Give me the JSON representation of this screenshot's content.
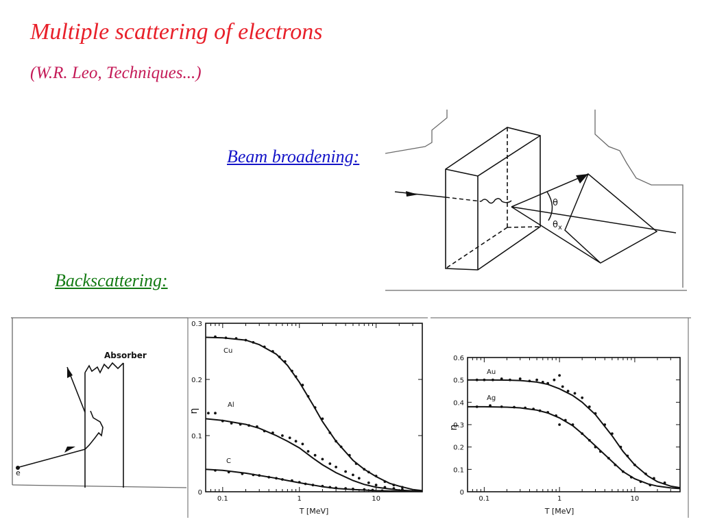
{
  "slide": {
    "title": "Multiple scattering of electrons",
    "subtitle": "(W.R. Leo, Techniques...)",
    "beam_caption": "Beam broadening:",
    "backscatter_caption": "Backscattering:",
    "colors": {
      "title": "#e8202a",
      "subtitle": "#c41a57",
      "beam_caption": "#1414c8",
      "backscatter_caption": "#127a12",
      "ink": "#111111"
    }
  },
  "beam_figure": {
    "label_theta": "θ",
    "label_theta_x": "θ",
    "label_theta_x_sub": "x"
  },
  "absorber_figure": {
    "label_absorber": "Absorber",
    "label_electron": "e"
  },
  "chart_data": [
    {
      "type": "scatter",
      "title": "",
      "xlabel": "T [MeV]",
      "ylabel": "η",
      "x_scale": "log",
      "xlim": [
        0.06,
        40
      ],
      "ylim": [
        0,
        0.3
      ],
      "x_ticks": [
        0.1,
        1,
        10
      ],
      "x_tick_labels": [
        "0.1",
        "1",
        "10"
      ],
      "y_ticks": [
        0,
        0.1,
        0.2,
        0.3
      ],
      "y_tick_labels": [
        "0",
        "0.1",
        "0.2",
        "0.3"
      ],
      "grid": false,
      "series": [
        {
          "name": "Cu",
          "curve": [
            [
              0.06,
              0.275
            ],
            [
              0.1,
              0.274
            ],
            [
              0.2,
              0.27
            ],
            [
              0.3,
              0.262
            ],
            [
              0.5,
              0.245
            ],
            [
              0.7,
              0.225
            ],
            [
              1,
              0.195
            ],
            [
              1.5,
              0.155
            ],
            [
              2,
              0.125
            ],
            [
              3,
              0.09
            ],
            [
              5,
              0.056
            ],
            [
              7,
              0.04
            ],
            [
              10,
              0.027
            ],
            [
              15,
              0.015
            ],
            [
              20,
              0.01
            ],
            [
              30,
              0.004
            ],
            [
              40,
              0.002
            ]
          ],
          "points": [
            [
              0.08,
              0.276
            ],
            [
              0.11,
              0.274
            ],
            [
              0.15,
              0.273
            ],
            [
              0.2,
              0.27
            ],
            [
              0.25,
              0.266
            ],
            [
              0.35,
              0.258
            ],
            [
              0.45,
              0.25
            ],
            [
              0.55,
              0.24
            ],
            [
              0.65,
              0.232
            ],
            [
              0.8,
              0.215
            ],
            [
              0.9,
              0.205
            ],
            [
              1.1,
              0.19
            ],
            [
              1.3,
              0.17
            ],
            [
              1.6,
              0.15
            ],
            [
              2,
              0.13
            ],
            [
              2.5,
              0.105
            ],
            [
              3,
              0.09
            ],
            [
              3.5,
              0.08
            ],
            [
              4.5,
              0.065
            ],
            [
              5.5,
              0.05
            ],
            [
              7,
              0.04
            ],
            [
              8,
              0.035
            ],
            [
              10,
              0.028
            ],
            [
              13,
              0.018
            ],
            [
              17,
              0.012
            ],
            [
              22,
              0.008
            ]
          ]
        },
        {
          "name": "Al",
          "curve": [
            [
              0.06,
              0.13
            ],
            [
              0.1,
              0.127
            ],
            [
              0.2,
              0.12
            ],
            [
              0.3,
              0.113
            ],
            [
              0.5,
              0.1
            ],
            [
              0.7,
              0.09
            ],
            [
              1,
              0.078
            ],
            [
              1.5,
              0.06
            ],
            [
              2,
              0.048
            ],
            [
              3,
              0.034
            ],
            [
              5,
              0.02
            ],
            [
              7,
              0.013
            ],
            [
              10,
              0.008
            ],
            [
              15,
              0.005
            ],
            [
              20,
              0.003
            ],
            [
              30,
              0.0015
            ],
            [
              40,
              0.001
            ]
          ],
          "points": [
            [
              0.065,
              0.14
            ],
            [
              0.08,
              0.14
            ],
            [
              0.1,
              0.126
            ],
            [
              0.13,
              0.122
            ],
            [
              0.17,
              0.12
            ],
            [
              0.22,
              0.118
            ],
            [
              0.28,
              0.116
            ],
            [
              0.35,
              0.108
            ],
            [
              0.45,
              0.105
            ],
            [
              0.6,
              0.1
            ],
            [
              0.75,
              0.096
            ],
            [
              0.9,
              0.09
            ],
            [
              1.1,
              0.085
            ],
            [
              1.3,
              0.072
            ],
            [
              1.6,
              0.065
            ],
            [
              2,
              0.058
            ],
            [
              2.5,
              0.05
            ],
            [
              3,
              0.044
            ],
            [
              4,
              0.036
            ],
            [
              5,
              0.03
            ],
            [
              6,
              0.024
            ],
            [
              8,
              0.016
            ],
            [
              10,
              0.012
            ],
            [
              13,
              0.008
            ],
            [
              17,
              0.006
            ],
            [
              22,
              0.004
            ]
          ]
        },
        {
          "name": "C",
          "curve": [
            [
              0.06,
              0.04
            ],
            [
              0.1,
              0.038
            ],
            [
              0.2,
              0.033
            ],
            [
              0.3,
              0.029
            ],
            [
              0.5,
              0.024
            ],
            [
              0.7,
              0.02
            ],
            [
              1,
              0.016
            ],
            [
              1.5,
              0.012
            ],
            [
              2,
              0.009
            ],
            [
              3,
              0.006
            ],
            [
              5,
              0.004
            ],
            [
              7,
              0.003
            ],
            [
              10,
              0.002
            ],
            [
              20,
              0.001
            ],
            [
              40,
              0.0005
            ]
          ],
          "points": [
            [
              0.08,
              0.038
            ],
            [
              0.12,
              0.035
            ],
            [
              0.18,
              0.032
            ],
            [
              0.25,
              0.03
            ],
            [
              0.3,
              0.029
            ],
            [
              0.4,
              0.026
            ],
            [
              0.5,
              0.024
            ],
            [
              0.6,
              0.022
            ],
            [
              0.8,
              0.02
            ],
            [
              1,
              0.017
            ],
            [
              1.2,
              0.014
            ],
            [
              1.5,
              0.012
            ],
            [
              2,
              0.01
            ],
            [
              2.5,
              0.008
            ],
            [
              3,
              0.007
            ],
            [
              4,
              0.006
            ],
            [
              5,
              0.005
            ],
            [
              7,
              0.004
            ],
            [
              9,
              0.003
            ],
            [
              12,
              0.002
            ]
          ]
        }
      ]
    },
    {
      "type": "scatter",
      "title": "",
      "xlabel": "T [MeV]",
      "ylabel": "η",
      "x_scale": "log",
      "xlim": [
        0.06,
        40
      ],
      "ylim": [
        0,
        0.6
      ],
      "x_ticks": [
        0.1,
        1,
        10
      ],
      "x_tick_labels": [
        "0.1",
        "1",
        "10"
      ],
      "y_ticks": [
        0,
        0.1,
        0.2,
        0.3,
        0.4,
        0.5,
        0.6
      ],
      "y_tick_labels": [
        "0",
        "0.1",
        "0.2",
        "0.3",
        "0.4",
        "0.5",
        "0.6"
      ],
      "grid": false,
      "series": [
        {
          "name": "Au",
          "curve": [
            [
              0.06,
              0.5
            ],
            [
              0.1,
              0.5
            ],
            [
              0.2,
              0.499
            ],
            [
              0.3,
              0.497
            ],
            [
              0.5,
              0.49
            ],
            [
              0.7,
              0.48
            ],
            [
              1,
              0.46
            ],
            [
              1.5,
              0.43
            ],
            [
              2,
              0.4
            ],
            [
              3,
              0.345
            ],
            [
              5,
              0.25
            ],
            [
              7,
              0.18
            ],
            [
              10,
              0.12
            ],
            [
              15,
              0.07
            ],
            [
              20,
              0.045
            ],
            [
              30,
              0.025
            ],
            [
              40,
              0.018
            ]
          ],
          "points": [
            [
              0.08,
              0.5
            ],
            [
              0.1,
              0.5
            ],
            [
              0.13,
              0.5
            ],
            [
              0.17,
              0.505
            ],
            [
              0.22,
              0.5
            ],
            [
              0.3,
              0.505
            ],
            [
              0.4,
              0.495
            ],
            [
              0.5,
              0.5
            ],
            [
              0.6,
              0.49
            ],
            [
              0.7,
              0.485
            ],
            [
              0.85,
              0.5
            ],
            [
              1,
              0.52
            ],
            [
              1.1,
              0.47
            ],
            [
              1.3,
              0.45
            ],
            [
              1.6,
              0.44
            ],
            [
              2,
              0.42
            ],
            [
              2.5,
              0.38
            ],
            [
              3,
              0.35
            ],
            [
              4,
              0.3
            ],
            [
              5,
              0.26
            ],
            [
              6.5,
              0.2
            ],
            [
              8,
              0.16
            ],
            [
              10,
              0.12
            ],
            [
              14,
              0.08
            ],
            [
              18,
              0.06
            ],
            [
              25,
              0.04
            ]
          ]
        },
        {
          "name": "Ag",
          "curve": [
            [
              0.06,
              0.38
            ],
            [
              0.1,
              0.38
            ],
            [
              0.2,
              0.378
            ],
            [
              0.3,
              0.375
            ],
            [
              0.5,
              0.365
            ],
            [
              0.7,
              0.352
            ],
            [
              1,
              0.33
            ],
            [
              1.5,
              0.295
            ],
            [
              2,
              0.26
            ],
            [
              3,
              0.205
            ],
            [
              5,
              0.135
            ],
            [
              7,
              0.09
            ],
            [
              10,
              0.058
            ],
            [
              15,
              0.035
            ],
            [
              20,
              0.025
            ],
            [
              30,
              0.017
            ],
            [
              40,
              0.014
            ]
          ],
          "points": [
            [
              0.08,
              0.38
            ],
            [
              0.12,
              0.385
            ],
            [
              0.17,
              0.38
            ],
            [
              0.25,
              0.378
            ],
            [
              0.35,
              0.375
            ],
            [
              0.45,
              0.37
            ],
            [
              0.55,
              0.362
            ],
            [
              0.7,
              0.355
            ],
            [
              0.9,
              0.34
            ],
            [
              1,
              0.3
            ],
            [
              1.2,
              0.32
            ],
            [
              1.5,
              0.3
            ],
            [
              2,
              0.26
            ],
            [
              2.5,
              0.23
            ],
            [
              3,
              0.2
            ],
            [
              3.5,
              0.18
            ],
            [
              4.5,
              0.15
            ],
            [
              5.5,
              0.12
            ],
            [
              7,
              0.09
            ],
            [
              9,
              0.065
            ],
            [
              12,
              0.045
            ],
            [
              16,
              0.03
            ]
          ]
        }
      ]
    }
  ]
}
